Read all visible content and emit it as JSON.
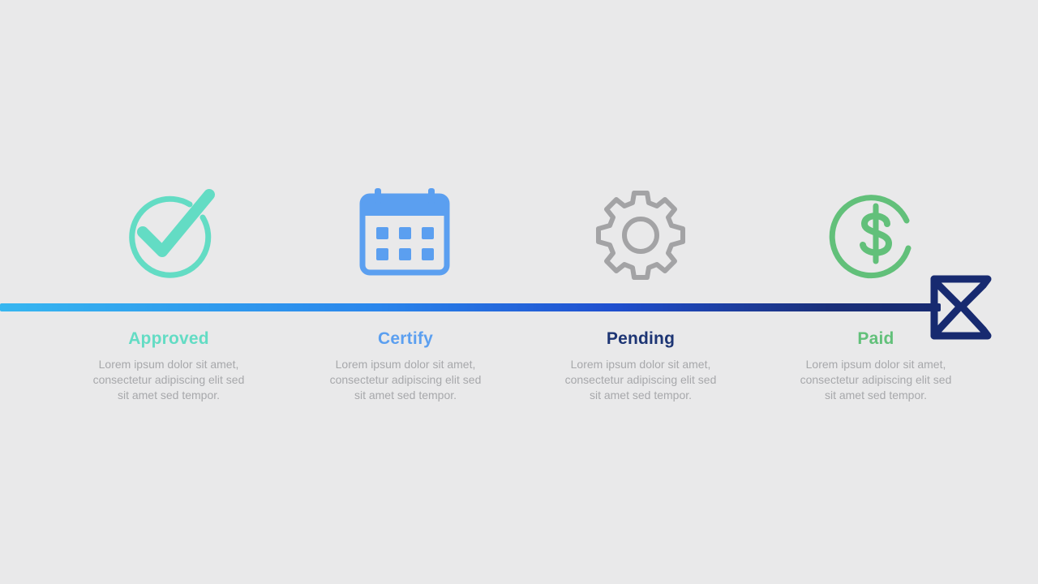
{
  "colors": {
    "background": "#e9e9ea",
    "step1": "#63dcc4",
    "step2": "#5b9ff0",
    "step3": "#1d3574",
    "step4": "#62c07a",
    "gear": "#a3a3a5",
    "marker": "#172a70",
    "description": "#a7a8ab"
  },
  "steps": [
    {
      "icon": "check-circle-icon",
      "title": "Approved",
      "description": "Lorem ipsum dolor sit amet,\nconsectetur adipiscing elit sed\nsit amet sed tempor."
    },
    {
      "icon": "calendar-icon",
      "title": "Certify",
      "description": "Lorem ipsum dolor sit amet,\nconsectetur adipiscing elit sed\nsit amet sed tempor."
    },
    {
      "icon": "gear-icon",
      "title": "Pending",
      "description": "Lorem ipsum dolor sit amet,\nconsectetur adipiscing elit sed\nsit amet sed tempor."
    },
    {
      "icon": "dollar-circle-icon",
      "title": "Paid",
      "description": "Lorem ipsum dolor sit amet,\nconsectetur adipiscing elit sed\nsit amet sed tempor."
    }
  ],
  "end_marker": {
    "icon": "hourglass-flag-icon"
  }
}
